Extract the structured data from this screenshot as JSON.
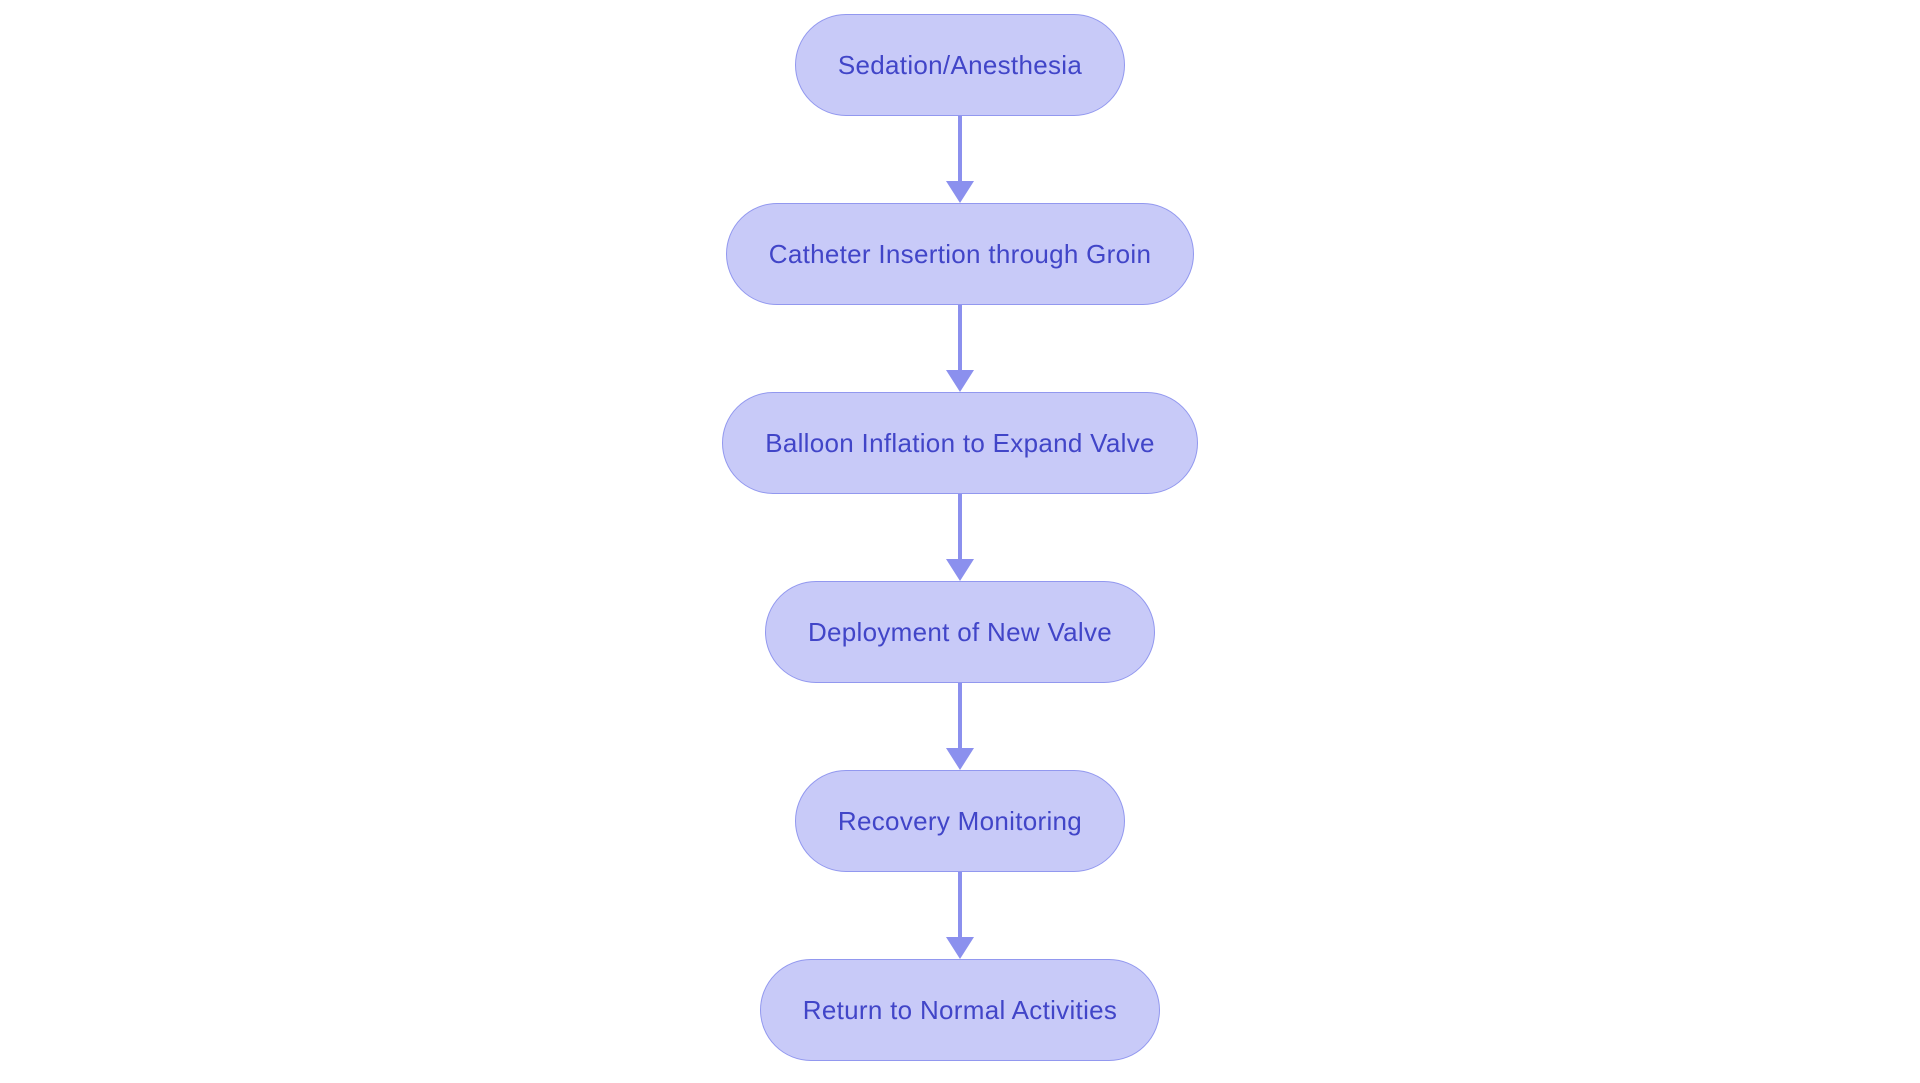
{
  "diagram": {
    "type": "flowchart",
    "direction": "top-to-bottom",
    "background": "#ffffff",
    "colors": {
      "node_fill": "#c8caf8",
      "node_border": "#9298ef",
      "node_text": "#4145c8",
      "arrow": "#8b90ee"
    },
    "nodes": [
      {
        "id": "step-1",
        "label": "Sedation/Anesthesia"
      },
      {
        "id": "step-2",
        "label": "Catheter Insertion through Groin"
      },
      {
        "id": "step-3",
        "label": "Balloon Inflation to Expand Valve"
      },
      {
        "id": "step-4",
        "label": "Deployment of New Valve"
      },
      {
        "id": "step-5",
        "label": "Recovery Monitoring"
      },
      {
        "id": "step-6",
        "label": "Return to Normal Activities"
      }
    ],
    "edges": [
      {
        "from": "step-1",
        "to": "step-2"
      },
      {
        "from": "step-2",
        "to": "step-3"
      },
      {
        "from": "step-3",
        "to": "step-4"
      },
      {
        "from": "step-4",
        "to": "step-5"
      },
      {
        "from": "step-5",
        "to": "step-6"
      }
    ]
  }
}
